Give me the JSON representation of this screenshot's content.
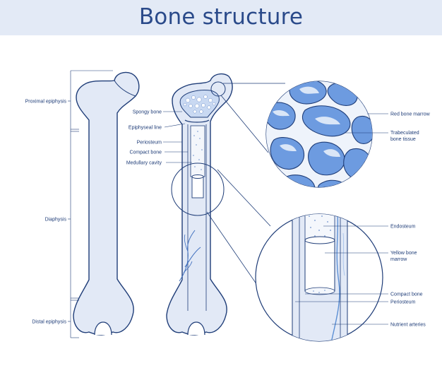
{
  "title": "Bone structure",
  "colors": {
    "header_bg": "#e3eaf6",
    "outline": "#1f3d78",
    "bone_fill": "#e2e9f6",
    "accent_blue": "#5b8fd4",
    "deep_blue": "#3f6fbe",
    "white": "#ffffff"
  },
  "labels": {
    "proximal_epiphysis": "Proximal epiphysis",
    "diaphysis": "Diaphysis",
    "distal_epiphysis": "Distal epiphysis",
    "spongy_bone": "Spongy bone",
    "epiphyseal_line": "Epiphyseal line",
    "periosteum": "Periosteum",
    "compact_bone": "Compact bone",
    "medullary_cavity": "Medullary cavity",
    "red_bone_marrow": "Red bone marrow",
    "trabeculated_1": "Trabeculated",
    "trabeculated_2": "bone tissue",
    "endosteum": "Endosteum",
    "yellow_marrow_1": "Yellow bone",
    "yellow_marrow_2": "marrow",
    "compact_bone_right": "Compact bone",
    "periosteum_right": "Periosteum",
    "nutrient_arteries": "Nutrient arteries"
  }
}
